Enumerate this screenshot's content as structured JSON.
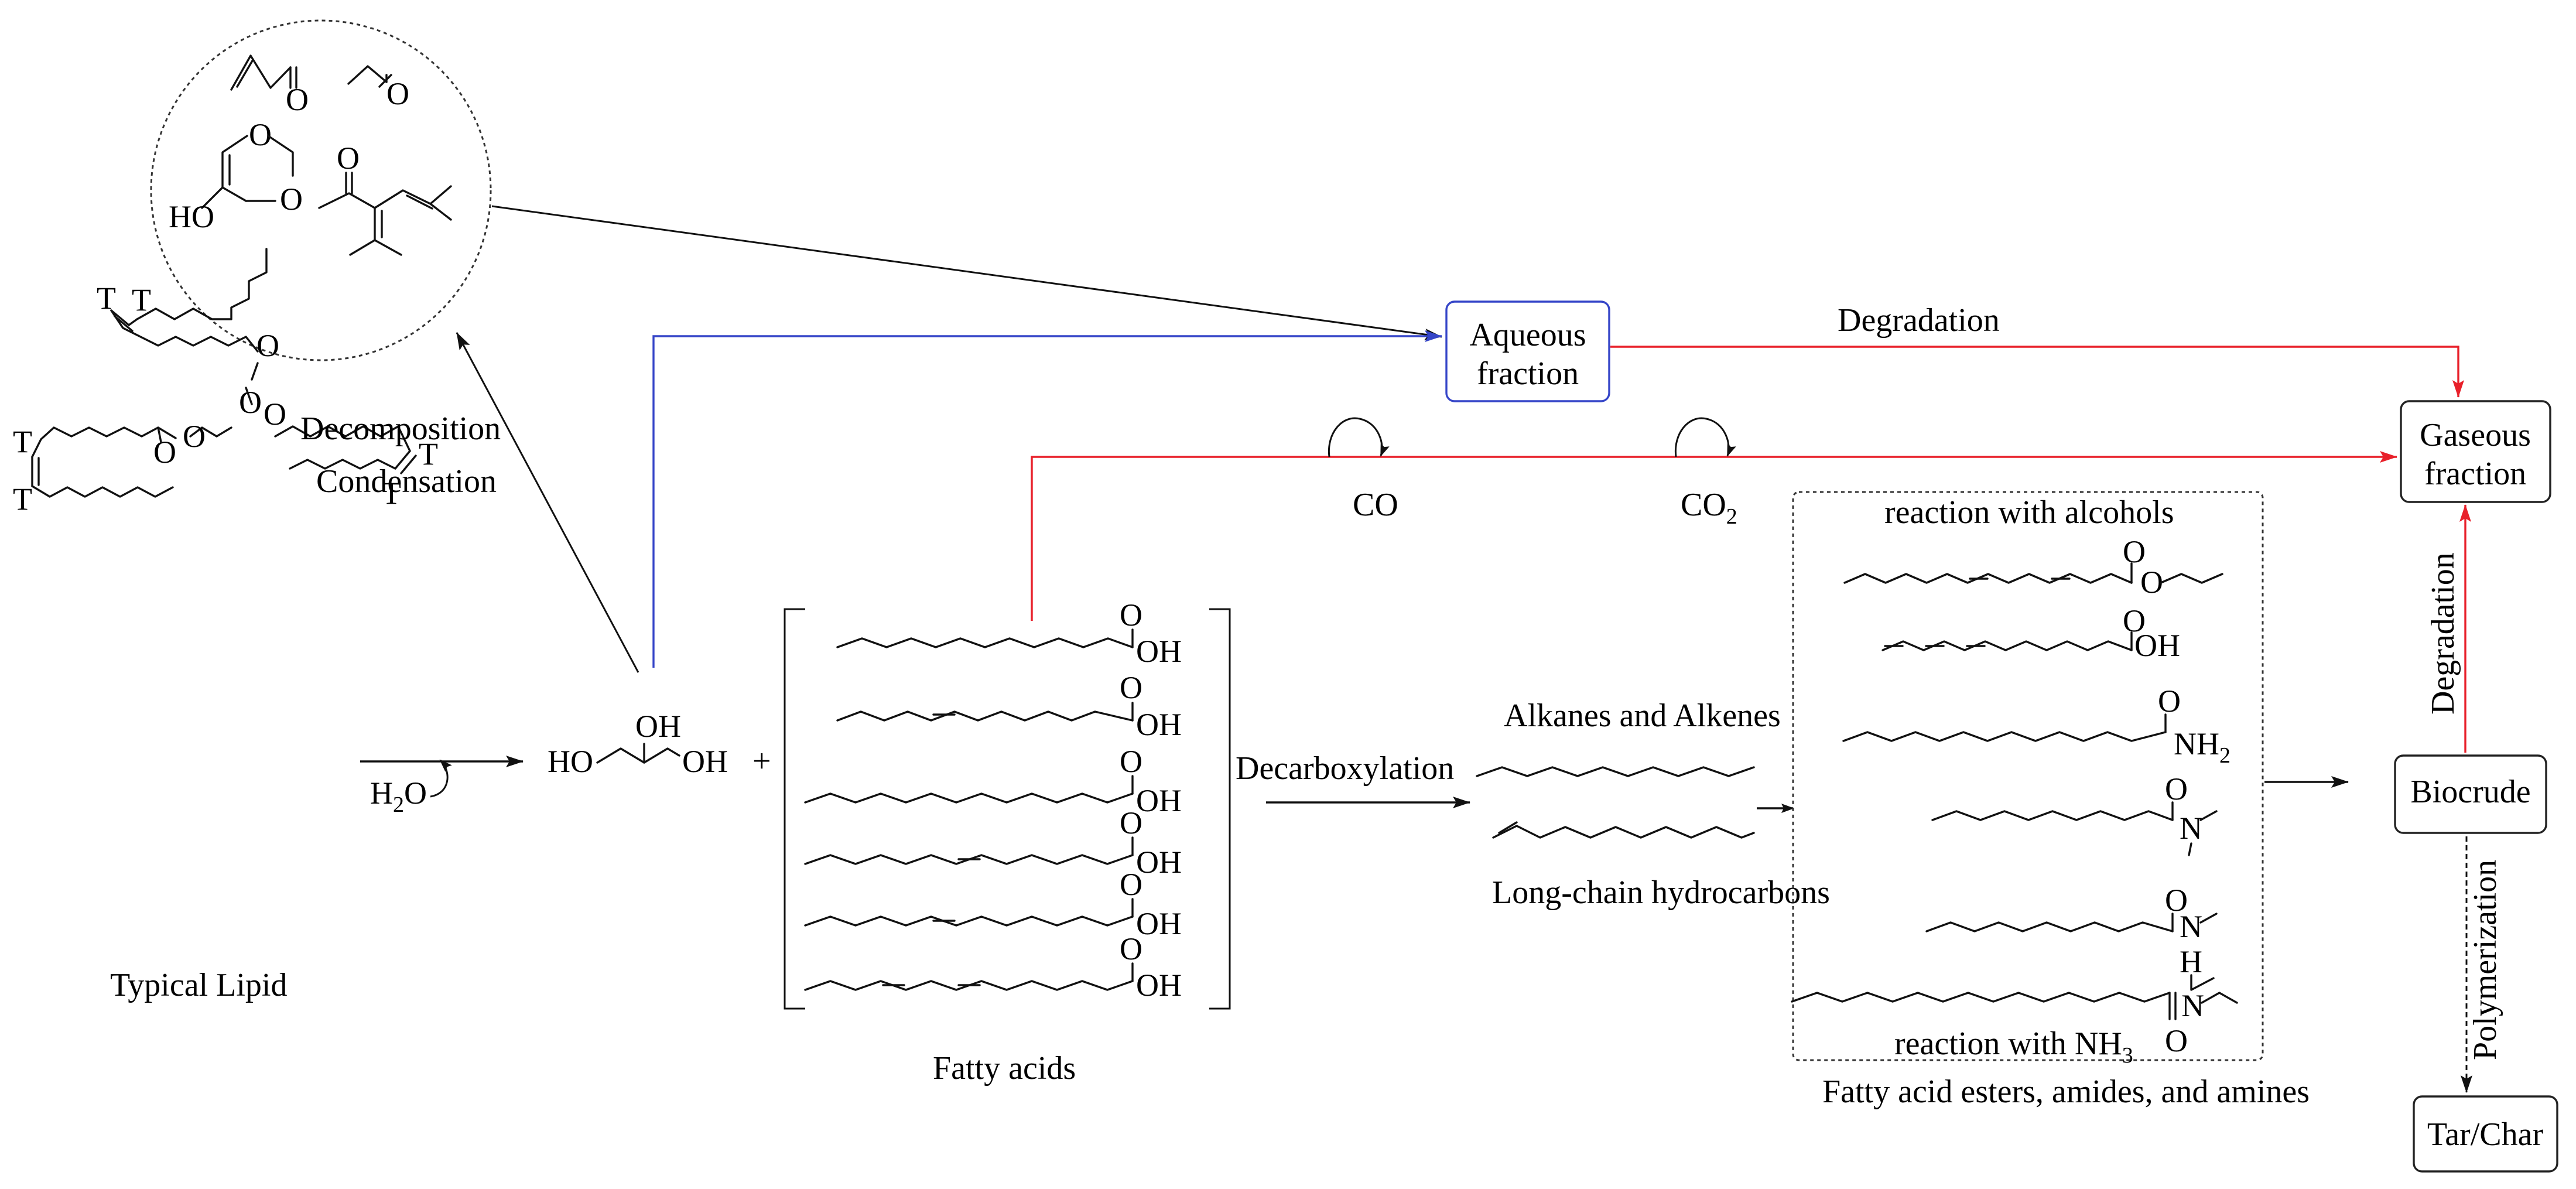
{
  "labels": {
    "aqueous_fraction_1": "Aqueous",
    "aqueous_fraction_2": "fraction",
    "gaseous_fraction_1": "Gaseous",
    "gaseous_fraction_2": "fraction",
    "biocrude": "Biocrude",
    "tar_char": "Tar/Char",
    "degradation_top": "Degradation",
    "degradation_vertical": "Degradation",
    "polymerization": "Polymerization",
    "decomposition": "Decomposition",
    "condensation": "Condensation",
    "decarboxylation": "Decarboxylation",
    "co": "CO",
    "co2_main": "CO",
    "co2_sub": "2",
    "typical_lipid": "Typical Lipid",
    "fatty_acids": "Fatty acids",
    "alkanes_alkenes": "Alkanes and Alkenes",
    "long_chain": "Long-chain hydrocarbons",
    "reaction_alcohols": "reaction with alcohols",
    "reaction_nh3_main": "reaction with NH",
    "reaction_nh3_sub": "3",
    "esters_amides": "Fatty acid esters, amides, and amines",
    "plus": "+"
  },
  "atoms": {
    "water_h": "H",
    "water_sub": "2",
    "water_o": "O",
    "glycerol_ho": "HO",
    "glycerol_oh_top": "OH",
    "glycerol_oh_right": "OH",
    "oh": "OH",
    "o": "O",
    "ho": "HO",
    "t": "T",
    "nh2_main": "NH",
    "nh2_sub": "2",
    "n": "N",
    "h": "H"
  },
  "colors": {
    "red_arrow": "#e8202a",
    "blue_arrow": "#3545c8",
    "black_arrow": "#111111"
  }
}
